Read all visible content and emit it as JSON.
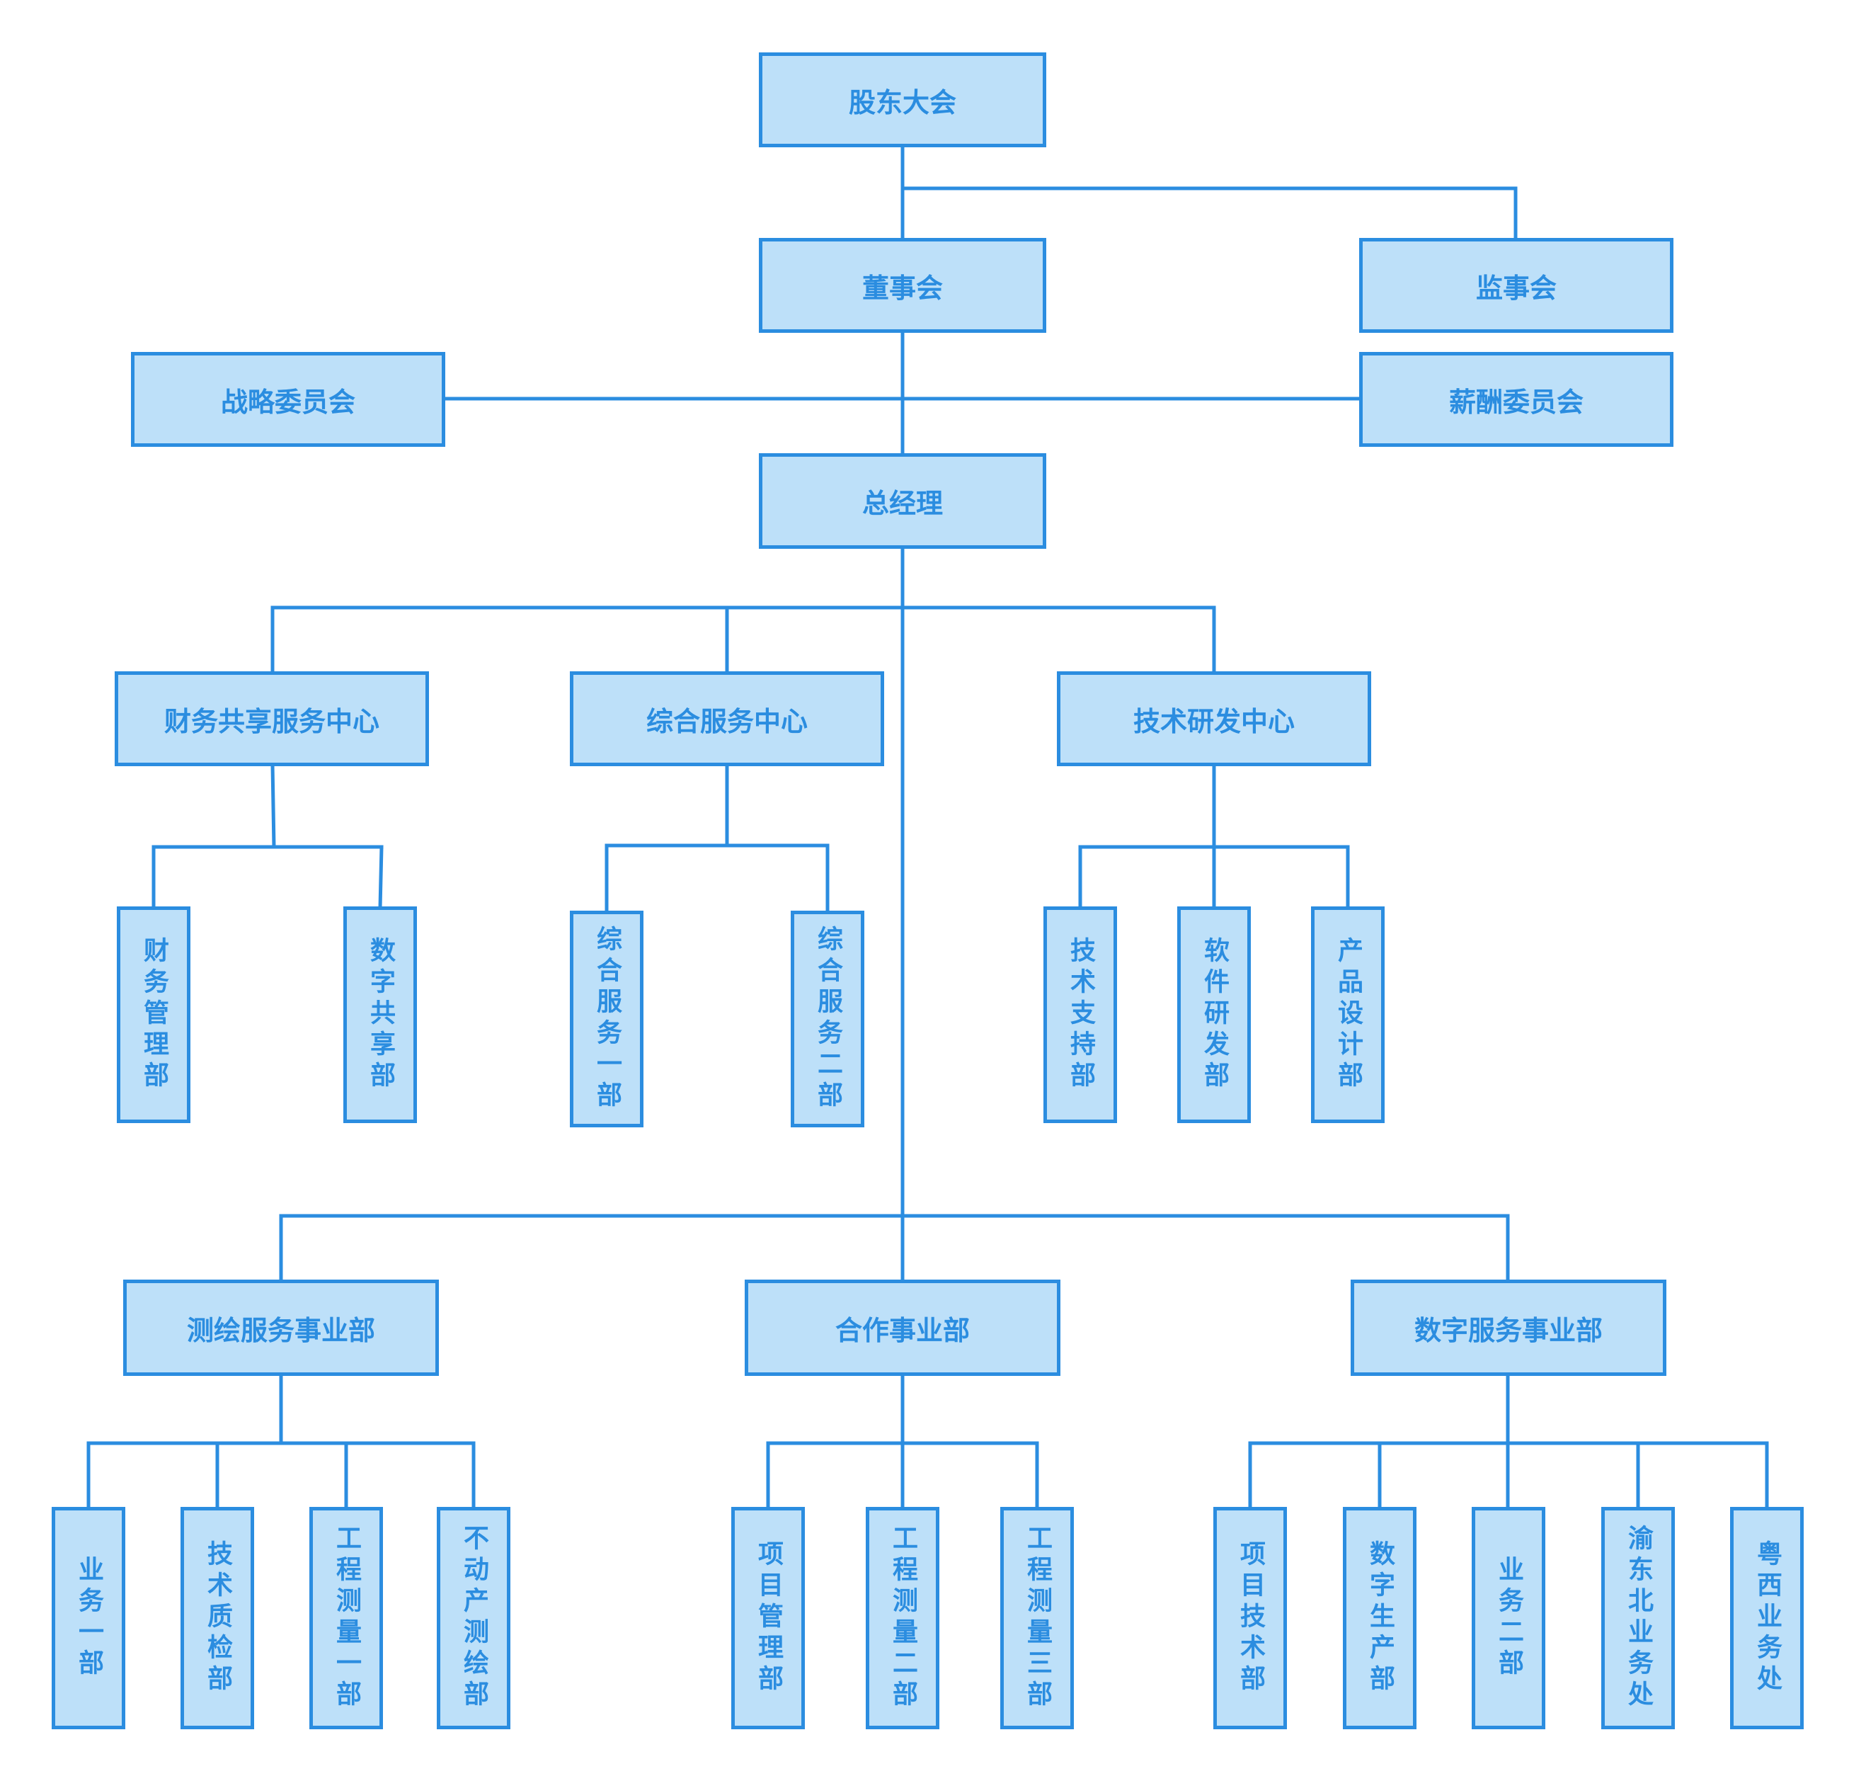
{
  "nodes": {
    "shareholders": "股东大会",
    "board": "董事会",
    "supervisors": "监事会",
    "strategy": "战略委员会",
    "compensation": "薪酬委员会",
    "gm": "总经理",
    "finance_center": "财务共享服务中心",
    "general_center": "综合服务中心",
    "tech_center": "技术研发中心",
    "fin_mgmt": "财务管理部",
    "digital_share": "数字共享部",
    "general_1": "综合服务一部",
    "general_2": "综合服务二部",
    "tech_support": "技术支持部",
    "software_rd": "软件研发部",
    "product_design": "产品设计部",
    "survey_div": "测绘服务事业部",
    "coop_div": "合作事业部",
    "digital_div": "数字服务事业部",
    "biz_1": "业务一部",
    "tech_qc": "技术质检部",
    "eng_survey_1": "工程测量一部",
    "real_estate": "不动产测绘部",
    "project_mgmt": "项目管理部",
    "eng_survey_2": "工程测量二部",
    "eng_survey_3": "工程测量三部",
    "project_tech": "项目技术部",
    "digital_prod": "数字生产部",
    "biz_2": "业务二部",
    "yu_northeast": "渝东北业务处",
    "yue_west": "粤西业务处"
  }
}
